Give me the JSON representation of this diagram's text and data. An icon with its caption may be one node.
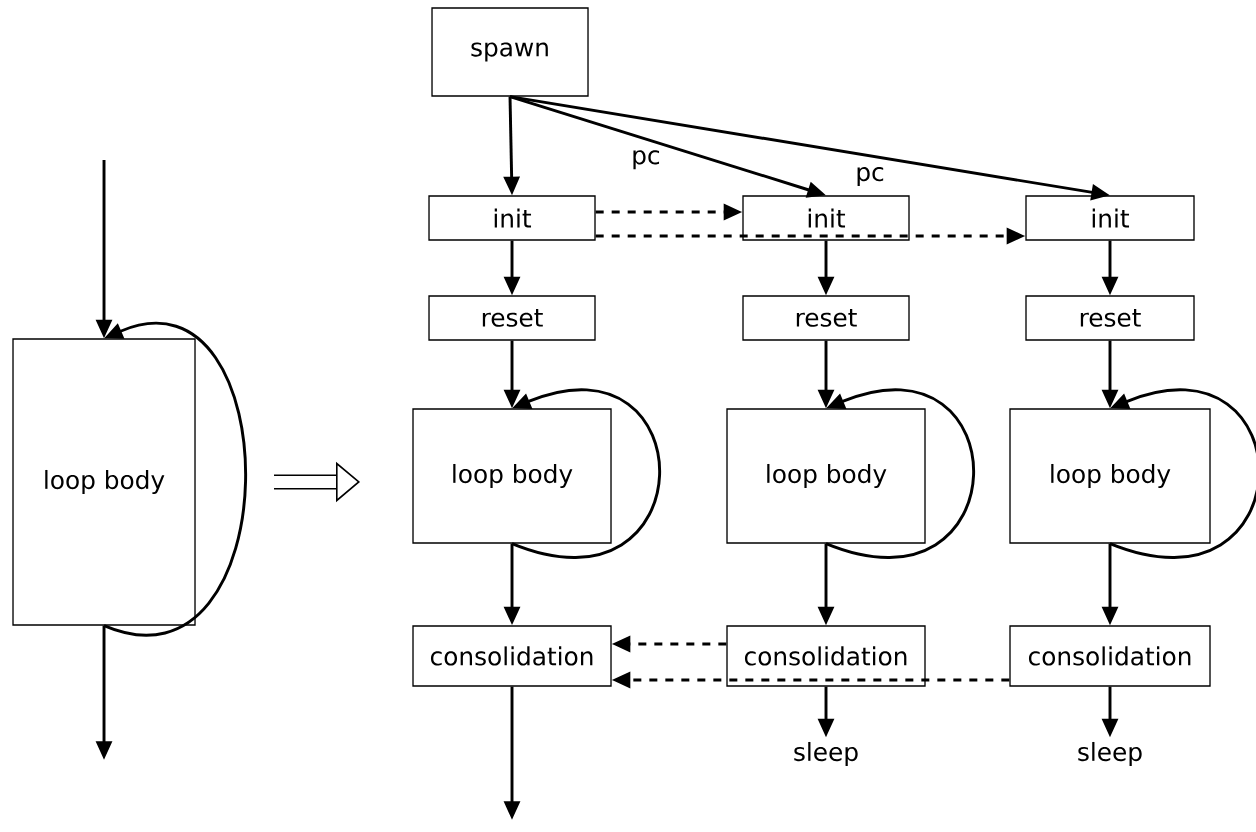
{
  "diagram": {
    "nodes": [
      {
        "text": [
          "loop body"
        ]
      },
      {
        "text": [
          "spawn"
        ]
      },
      {
        "text": [
          "init"
        ]
      },
      {
        "text": [
          "init"
        ]
      },
      {
        "text": [
          "init"
        ]
      },
      {
        "text": [
          "reset"
        ]
      },
      {
        "text": [
          "reset"
        ]
      },
      {
        "text": [
          "reset"
        ]
      },
      {
        "text": [
          "loop body"
        ]
      },
      {
        "text": [
          "loop body"
        ]
      },
      {
        "text": [
          "loop body"
        ]
      },
      {
        "text": [
          "consolidation"
        ]
      },
      {
        "text": [
          "consolidation"
        ]
      },
      {
        "text": [
          "consolidation"
        ]
      },
      {
        "text": [
          "sleep"
        ]
      },
      {
        "text": [
          "sleep"
        ]
      }
    ],
    "edges": [
      {
        "from": null,
        "to": 0,
        "arrow": "to"
      },
      {
        "from": 0,
        "to": 0,
        "arrow": "to"
      },
      {
        "from": 0,
        "to": null,
        "arrow": "to"
      },
      {
        "from": 1,
        "to": 2,
        "arrow": "to"
      },
      {
        "from": 1,
        "to": 3,
        "arrow": "to",
        "label": "pc"
      },
      {
        "from": 1,
        "to": 4,
        "arrow": "to",
        "label": "pc"
      },
      {
        "from": 2,
        "to": 3,
        "arrow": "to",
        "style": "dashed"
      },
      {
        "from": 2,
        "to": 4,
        "arrow": "to",
        "style": "dashed"
      },
      {
        "from": 2,
        "to": 5,
        "arrow": "to"
      },
      {
        "from": 3,
        "to": 6,
        "arrow": "to"
      },
      {
        "from": 4,
        "to": 7,
        "arrow": "to"
      },
      {
        "from": 5,
        "to": 8,
        "arrow": "to"
      },
      {
        "from": 6,
        "to": 9,
        "arrow": "to"
      },
      {
        "from": 7,
        "to": 10,
        "arrow": "to"
      },
      {
        "from": 8,
        "to": 8,
        "arrow": "to"
      },
      {
        "from": 9,
        "to": 9,
        "arrow": "to"
      },
      {
        "from": 10,
        "to": 10,
        "arrow": "to"
      },
      {
        "from": 8,
        "to": 11,
        "arrow": "to"
      },
      {
        "from": 9,
        "to": 12,
        "arrow": "to"
      },
      {
        "from": 10,
        "to": 13,
        "arrow": "to"
      },
      {
        "from": 12,
        "to": 11,
        "arrow": "to",
        "style": "dashed"
      },
      {
        "from": 13,
        "to": 11,
        "arrow": "to",
        "style": "dashed"
      },
      {
        "from": 11,
        "to": null,
        "arrow": "to"
      },
      {
        "from": 12,
        "to": 14,
        "arrow": "to"
      },
      {
        "from": 13,
        "to": 15,
        "arrow": "to"
      }
    ]
  }
}
